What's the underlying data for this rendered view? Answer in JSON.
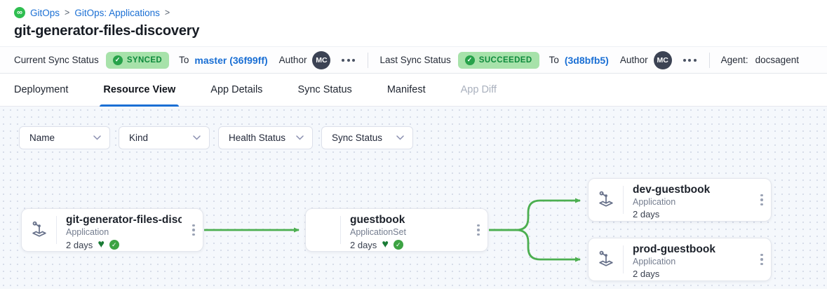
{
  "breadcrumb": {
    "logo_glyph": "∞",
    "items": [
      "GitOps",
      "GitOps: Applications"
    ],
    "separator": ">"
  },
  "page": {
    "title": "git-generator-files-discovery"
  },
  "status_bar": {
    "current_sync": {
      "label": "Current Sync Status",
      "badge": "SYNCED",
      "to": "To",
      "revision": "master (36f99ff)",
      "author_label": "Author",
      "author_initials": "MC"
    },
    "last_sync": {
      "label": "Last Sync Status",
      "badge": "SUCCEEDED",
      "to": "To",
      "revision": "(3d8bfb5)",
      "author_label": "Author",
      "author_initials": "MC"
    },
    "agent": {
      "label": "Agent:",
      "value": "docsagent"
    }
  },
  "tabs": [
    {
      "label": "Deployment",
      "state": "normal"
    },
    {
      "label": "Resource View",
      "state": "active"
    },
    {
      "label": "App Details",
      "state": "normal"
    },
    {
      "label": "Sync Status",
      "state": "normal"
    },
    {
      "label": "Manifest",
      "state": "normal"
    },
    {
      "label": "App Diff",
      "state": "disabled"
    }
  ],
  "filters": [
    {
      "label": "Name"
    },
    {
      "label": "Kind"
    },
    {
      "label": "Health Status"
    },
    {
      "label": "Sync Status"
    }
  ],
  "graph": {
    "nodes": [
      {
        "title": "git-generator-files-disco...",
        "kind": "Application",
        "age": "2 days",
        "has_icon": true,
        "healthy": true,
        "synced": true
      },
      {
        "title": "guestbook",
        "kind": "ApplicationSet",
        "age": "2 days",
        "has_icon": false,
        "healthy": true,
        "synced": true
      },
      {
        "title": "dev-guestbook",
        "kind": "Application",
        "age": "2 days",
        "has_icon": true,
        "healthy": false,
        "synced": false
      },
      {
        "title": "prod-guestbook",
        "kind": "Application",
        "age": "2 days",
        "has_icon": true,
        "healthy": false,
        "synced": false
      }
    ],
    "edges": [
      {
        "from": "git-generator-files-discovery",
        "to": "guestbook"
      },
      {
        "from": "guestbook",
        "to": "dev-guestbook"
      },
      {
        "from": "guestbook",
        "to": "prod-guestbook"
      }
    ]
  },
  "icons": {
    "heart": "♥",
    "check": "✓"
  },
  "colors": {
    "accent_blue": "#1a6fd4",
    "edge_green": "#4caf50",
    "badge_bg": "#a7e2aa",
    "badge_text": "#0e8a3c",
    "avatar_bg": "#3c4354",
    "heart_green": "#1a7b35",
    "check_green": "#3da343",
    "canvas_bg": "#f5f8fc"
  }
}
